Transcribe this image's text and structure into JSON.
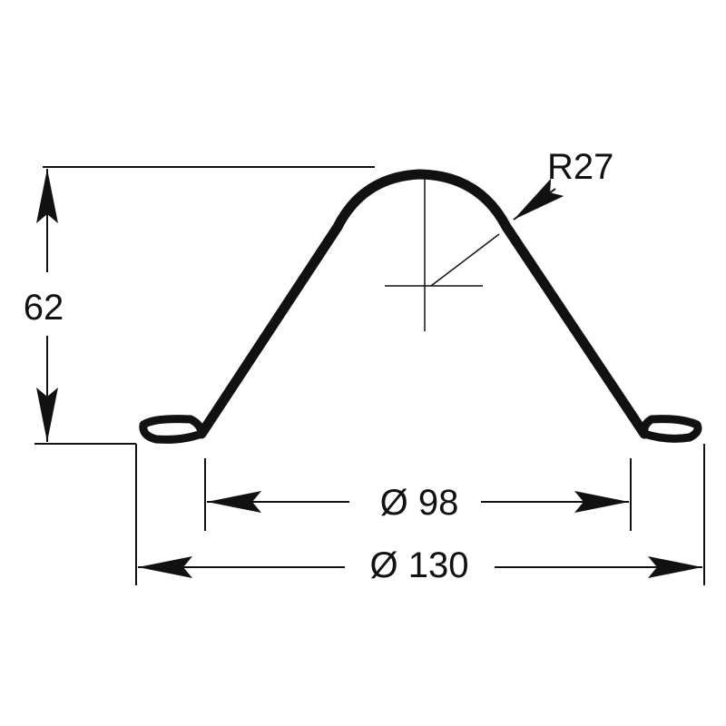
{
  "drawing": {
    "height_label": "62",
    "radius_label": "R27",
    "inner_diameter_label": "Ø 98",
    "outer_diameter_label": "Ø 130"
  },
  "colors": {
    "ink": "#111111",
    "background": "#ffffff"
  }
}
